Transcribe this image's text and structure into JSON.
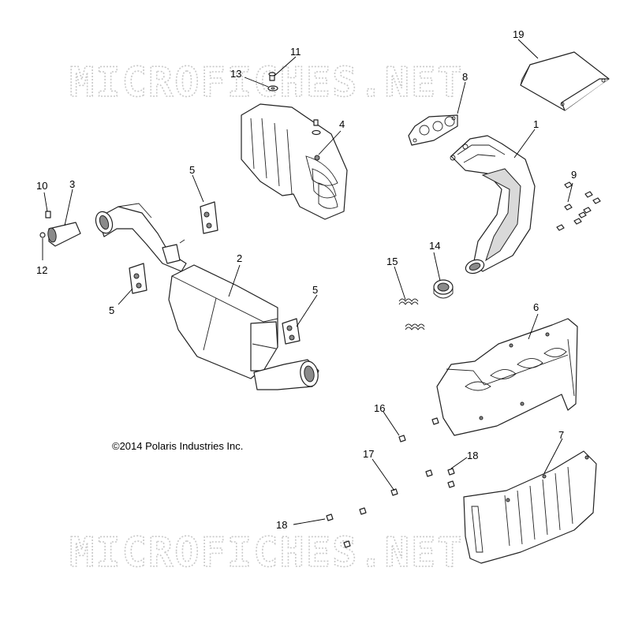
{
  "watermark": {
    "top_text": "MICROFICHES.NET",
    "bottom_text": "MICROFICHES.NET"
  },
  "copyright": "©2014 Polaris Industries Inc.",
  "callouts": {
    "c1": "1",
    "c2": "2",
    "c3": "3",
    "c4": "4",
    "c5a": "5",
    "c5b": "5",
    "c5c": "5",
    "c6": "6",
    "c7": "7",
    "c8": "8",
    "c9": "9",
    "c10": "10",
    "c11": "11",
    "c12": "12",
    "c13": "13",
    "c14": "14",
    "c15": "15",
    "c16": "16",
    "c17": "17",
    "c18a": "18",
    "c18b": "18",
    "c19": "19"
  }
}
